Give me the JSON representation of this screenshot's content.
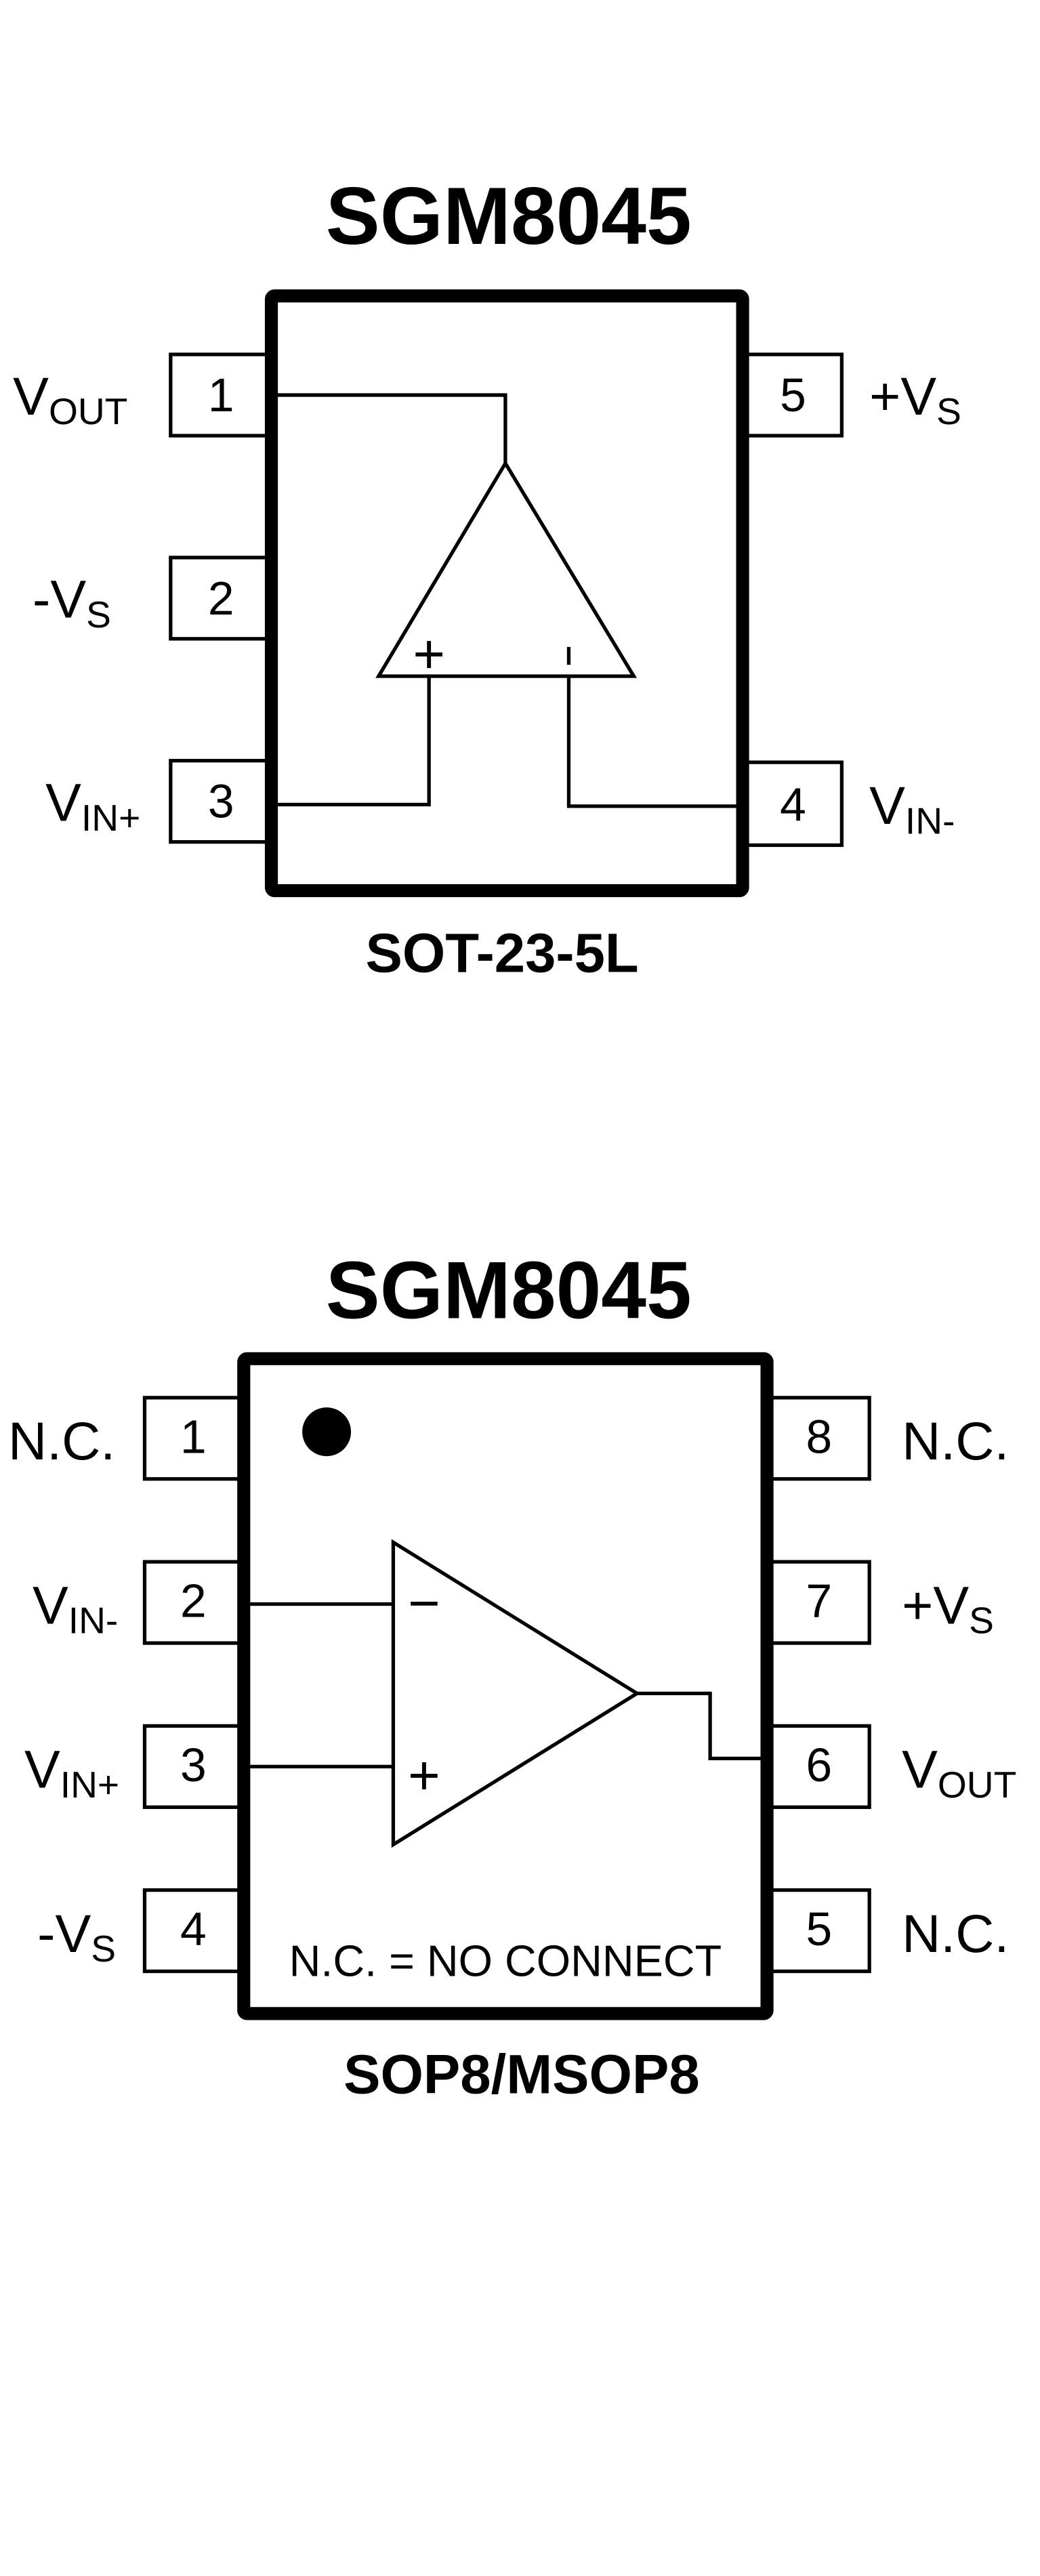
{
  "diagrams": [
    {
      "part_number": "SGM8045",
      "package": "SOT-23-5L",
      "pins": [
        {
          "number": "1",
          "name_main": "V",
          "name_sub": "OUT",
          "side": "left"
        },
        {
          "number": "2",
          "name_main": "-V",
          "name_sub": "S",
          "side": "left"
        },
        {
          "number": "3",
          "name_main": "V",
          "name_sub": "IN+",
          "side": "left"
        },
        {
          "number": "4",
          "name_main": "V",
          "name_sub": "IN-",
          "side": "right"
        },
        {
          "number": "5",
          "name_main": "+V",
          "name_sub": "S",
          "side": "right"
        }
      ],
      "opamp": {
        "plus_symbol": "+",
        "minus_symbol": "ı"
      }
    },
    {
      "part_number": "SGM8045",
      "package": "SOP8/MSOP8",
      "pins": [
        {
          "number": "1",
          "name_main": "N.C.",
          "name_sub": "",
          "side": "left"
        },
        {
          "number": "2",
          "name_main": "V",
          "name_sub": "IN-",
          "side": "left"
        },
        {
          "number": "3",
          "name_main": "V",
          "name_sub": "IN+",
          "side": "left"
        },
        {
          "number": "4",
          "name_main": "-V",
          "name_sub": "S",
          "side": "left"
        },
        {
          "number": "5",
          "name_main": "N.C.",
          "name_sub": "",
          "side": "right"
        },
        {
          "number": "6",
          "name_main": "V",
          "name_sub": "OUT",
          "side": "right"
        },
        {
          "number": "7",
          "name_main": "+V",
          "name_sub": "S",
          "side": "right"
        },
        {
          "number": "8",
          "name_main": "N.C.",
          "name_sub": "",
          "side": "right"
        }
      ],
      "opamp": {
        "plus_symbol": "+",
        "minus_symbol": "−"
      },
      "note": "N.C. = NO CONNECT"
    }
  ]
}
